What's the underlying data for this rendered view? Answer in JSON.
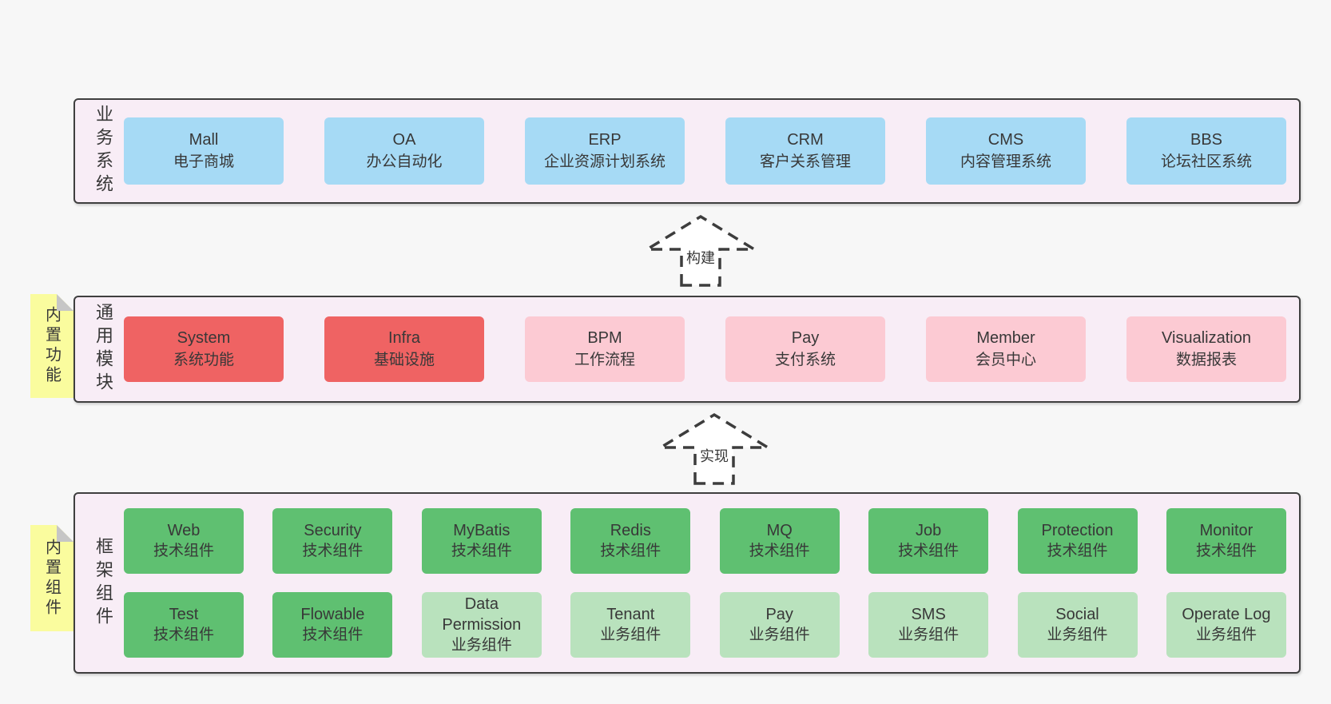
{
  "palette": {
    "page_bg": "#f7f7f7",
    "band_bg": "#f8edf6",
    "band_border": "#3f3f3f",
    "blue": "#a6daf5",
    "red": "#ef6363",
    "pink": "#fccad3",
    "green_dark": "#5fc071",
    "green_light": "#b9e2bd",
    "sticky_yellow": "#fafc9e",
    "sticky_fold": "#c6c6c6",
    "text": "#383838"
  },
  "bands": [
    {
      "label": "业务系统",
      "boxes": [
        {
          "name": "Mall",
          "desc": "电子商城",
          "variant": "blue"
        },
        {
          "name": "OA",
          "desc": "办公自动化",
          "variant": "blue"
        },
        {
          "name": "ERP",
          "desc": "企业资源计划系统",
          "variant": "blue"
        },
        {
          "name": "CRM",
          "desc": "客户关系管理",
          "variant": "blue"
        },
        {
          "name": "CMS",
          "desc": "内容管理系统",
          "variant": "blue"
        },
        {
          "name": "BBS",
          "desc": "论坛社区系统",
          "variant": "blue"
        }
      ]
    },
    {
      "label": "通用模块",
      "sticky": "内置功能",
      "boxes": [
        {
          "name": "System",
          "desc": "系统功能",
          "variant": "red"
        },
        {
          "name": "Infra",
          "desc": "基础设施",
          "variant": "red"
        },
        {
          "name": "BPM",
          "desc": "工作流程",
          "variant": "pink"
        },
        {
          "name": "Pay",
          "desc": "支付系统",
          "variant": "pink"
        },
        {
          "name": "Member",
          "desc": "会员中心",
          "variant": "pink"
        },
        {
          "name": "Visualization",
          "desc": "数据报表",
          "variant": "pink"
        }
      ]
    },
    {
      "label": "框架组件",
      "sticky": "内置组件",
      "rows": [
        [
          {
            "name": "Web",
            "desc": "技术组件",
            "variant": "green"
          },
          {
            "name": "Security",
            "desc": "技术组件",
            "variant": "green"
          },
          {
            "name": "MyBatis",
            "desc": "技术组件",
            "variant": "green"
          },
          {
            "name": "Redis",
            "desc": "技术组件",
            "variant": "green"
          },
          {
            "name": "MQ",
            "desc": "技术组件",
            "variant": "green"
          },
          {
            "name": "Job",
            "desc": "技术组件",
            "variant": "green"
          },
          {
            "name": "Protection",
            "desc": "技术组件",
            "variant": "green"
          },
          {
            "name": "Monitor",
            "desc": "技术组件",
            "variant": "green"
          }
        ],
        [
          {
            "name": "Test",
            "desc": "技术组件",
            "variant": "green"
          },
          {
            "name": "Flowable",
            "desc": "技术组件",
            "variant": "green"
          },
          {
            "name": "Data Permission",
            "desc": "业务组件",
            "variant": "green-light"
          },
          {
            "name": "Tenant",
            "desc": "业务组件",
            "variant": "green-light"
          },
          {
            "name": "Pay",
            "desc": "业务组件",
            "variant": "green-light"
          },
          {
            "name": "SMS",
            "desc": "业务组件",
            "variant": "green-light"
          },
          {
            "name": "Social",
            "desc": "业务组件",
            "variant": "green-light"
          },
          {
            "name": "Operate Log",
            "desc": "业务组件",
            "variant": "green-light"
          }
        ]
      ]
    }
  ],
  "arrows": [
    {
      "label": "构建"
    },
    {
      "label": "实现"
    }
  ]
}
